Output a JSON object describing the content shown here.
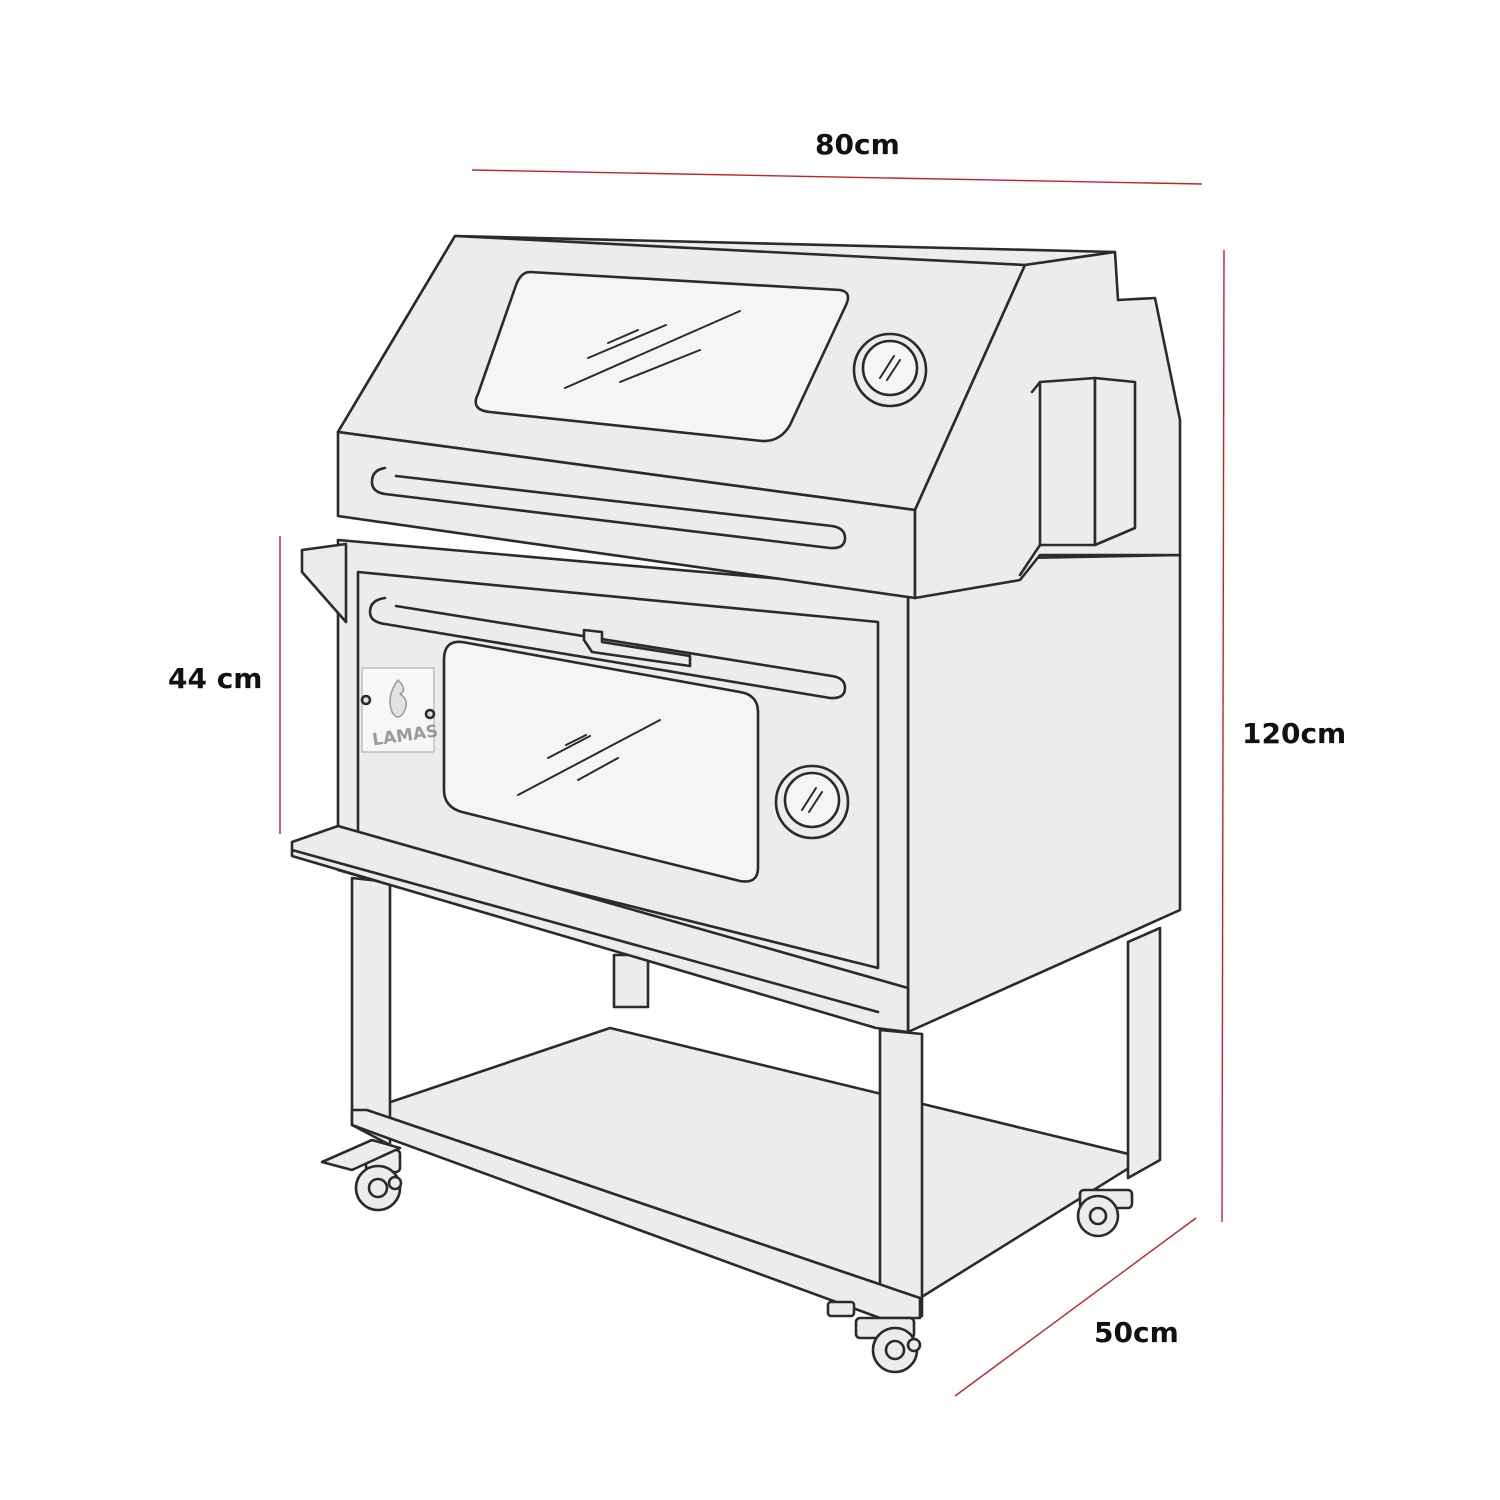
{
  "dimensions": {
    "width": "80cm",
    "height": "120cm",
    "depth": "50cm",
    "drawer_height": "44 cm"
  },
  "brand": {
    "logo_text": "LAMAS"
  },
  "colors": {
    "body_fill": "#ececec",
    "outline": "#2b2b2b",
    "dimension_line": "#c8202a",
    "label_text": "#111111"
  },
  "icons": {
    "logo": "flame-logo-icon",
    "thermometer": "thermometer-gauge-icon"
  }
}
